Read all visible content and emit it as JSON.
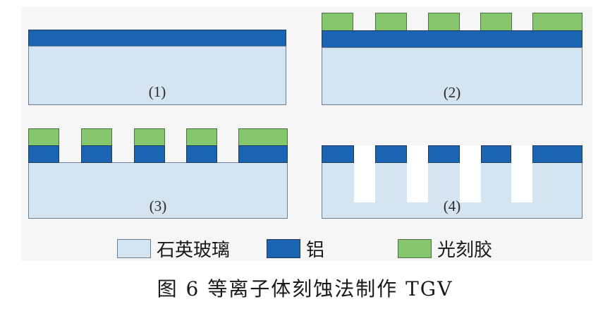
{
  "steps": [
    {
      "label": "(1)"
    },
    {
      "label": "(2)"
    },
    {
      "label": "(3)"
    },
    {
      "label": "(4)"
    }
  ],
  "legend": [
    {
      "label": "石英玻璃",
      "color": "#d5e4f1"
    },
    {
      "label": "铝",
      "color": "#1a64b3"
    },
    {
      "label": "光刻胶",
      "color": "#86c66c"
    }
  ],
  "caption": "图 6   等离子体刻蚀法制作 TGV"
}
